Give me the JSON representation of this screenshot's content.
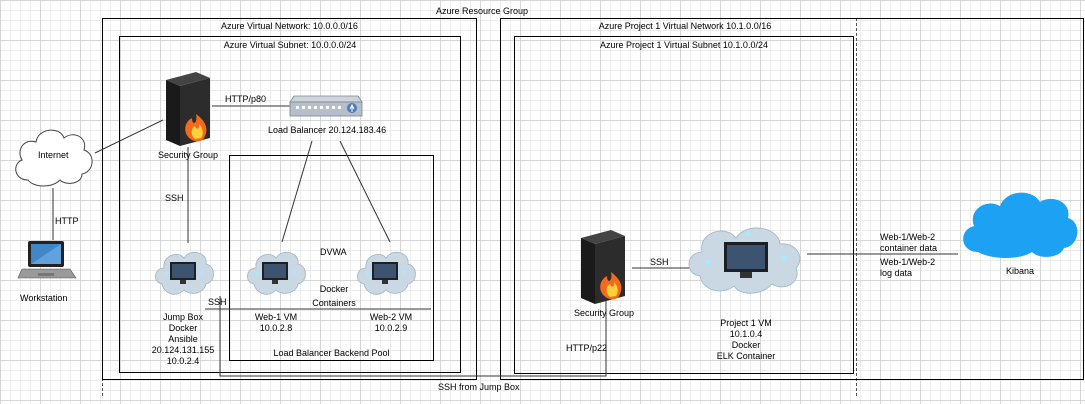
{
  "resource_group": {
    "title": "Azure Resource Group"
  },
  "vnet": {
    "title": "Azure Virtual Network: 10.0.0.0/16"
  },
  "subnet": {
    "title": "Azure Virtual Subnet: 10.0.0.0/24"
  },
  "backend_pool": {
    "title": "Load Balancer Backend Pool"
  },
  "project_vnet": {
    "title": "Azure Project 1 Virtual Network 10.1.0.0/16"
  },
  "project_subnet": {
    "title": "Azure Project 1 Virtual Subnet 10.1.0.0/24"
  },
  "nodes": {
    "internet": "Internet",
    "workstation": "Workstation",
    "security_group": "Security Group",
    "load_balancer": "Load Balancer 20.124.183.46",
    "jump_box": [
      "Jump Box",
      "Docker",
      "Ansible",
      "20.124.131.155",
      "10.0.2.4"
    ],
    "web1": [
      "Web-1 VM",
      "10.0.2.8"
    ],
    "web2": [
      "Web-2 VM",
      "10.0.2.9"
    ],
    "security_group_2": "Security Group",
    "project_vm": [
      "Project 1 VM",
      "10.1.0.4",
      "Docker",
      "ELK Container"
    ],
    "kibana": "Kibana"
  },
  "edges": {
    "http": "HTTP",
    "http_p80": "HTTP/p80",
    "ssh_1": "SSH",
    "ssh_2": "SSH",
    "ssh_3": "SSH",
    "dvwa": "DVWA",
    "docker_containers": [
      "Docker",
      "Containers"
    ],
    "http_p22": "HTTP/p22",
    "ssh_from_jump": "SSH from Jump Box",
    "container_data": [
      "Web-1/Web-2",
      "container data"
    ],
    "log_data": [
      "Web-1/Web-2",
      "log data"
    ]
  }
}
